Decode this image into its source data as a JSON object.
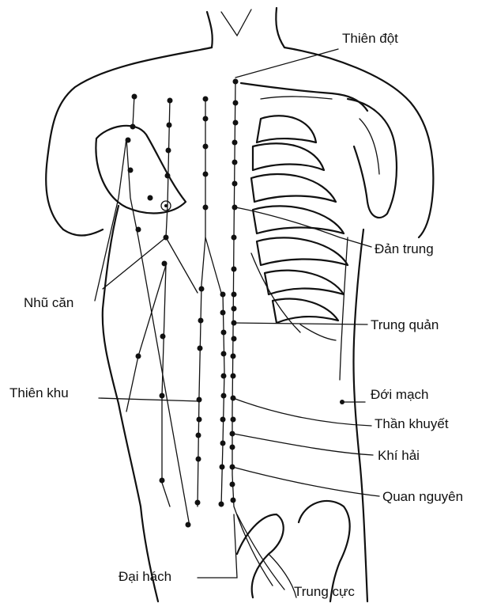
{
  "labels": {
    "thien_dot": "Thiên đột",
    "dan_trung": "Đản trung",
    "nhu_can": "Nhũ căn",
    "trung_quan": "Trung quản",
    "thien_khu": "Thiên khu",
    "doi_mach": "Đới mạch",
    "than_khuyet": "Thần khuyết",
    "khi_hai": "Khí hải",
    "quan_nguyen": "Quan nguyên",
    "dai_hach": "Đại hách",
    "trung_cuc": "Trung cực"
  },
  "colors": {
    "ink": "#111111",
    "background": "#ffffff"
  }
}
